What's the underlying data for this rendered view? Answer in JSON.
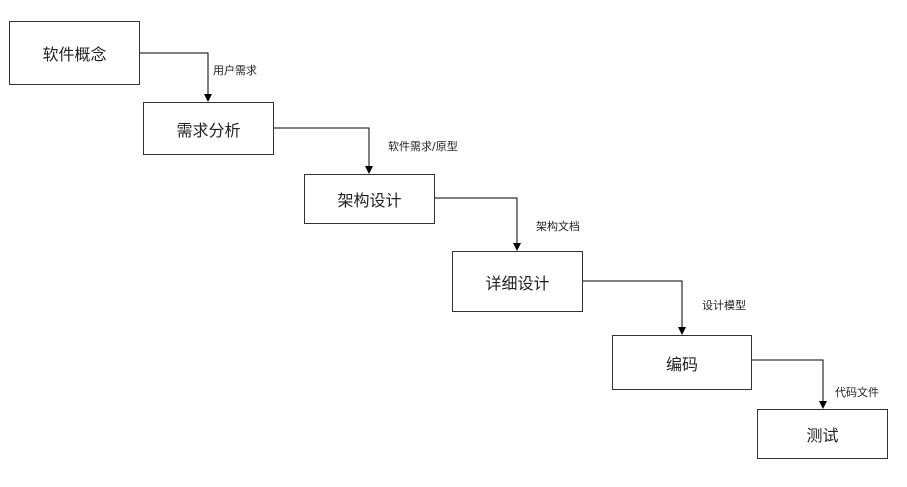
{
  "steps": [
    "软件概念",
    "需求分析",
    "架构设计",
    "详细设计",
    "编码",
    "测试"
  ],
  "edges": [
    "用户需求",
    "软件需求/原型",
    "架构文档",
    "设计模型",
    "代码文件"
  ],
  "colors": {
    "line": "#000000",
    "border": "#333333"
  }
}
